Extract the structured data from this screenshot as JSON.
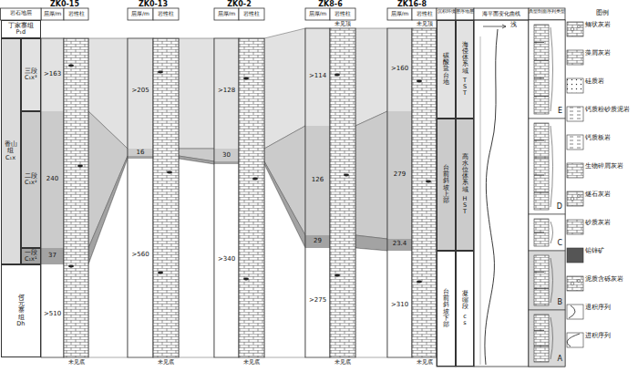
{
  "diagram": {
    "nodes": [
      {
        "text": [
          "丁家寨组",
          "P₁d"
        ]
      },
      {
        "text": [
          "香山组",
          "C₁x"
        ]
      },
      {
        "text": [
          "三段",
          "C₁x³"
        ]
      },
      {
        "text": [
          "二段",
          "C₁x²"
        ]
      },
      {
        "text": [
          "一段",
          "C₁x¹"
        ]
      },
      {
        "text": [
          "何元寨组",
          "Dh"
        ]
      },
      {
        "text": [
          "碳酸盐台地"
        ]
      },
      {
        "text": [
          "台前斜坡上部"
        ]
      },
      {
        "text": [
          "台前斜坡下部"
        ]
      },
      {
        "text": [
          "海侵体系域",
          "TST"
        ]
      },
      {
        "text": [
          "高水位体系域",
          "HST"
        ]
      },
      {
        "text": [
          "凝缩段",
          "cs"
        ]
      },
      {
        "text": [
          "E"
        ]
      },
      {
        "text": [
          "D"
        ]
      },
      {
        "text": [
          "C"
        ]
      },
      {
        "text": [
          "B"
        ]
      },
      {
        "text": [
          "A"
        ]
      }
    ],
    "labels": [
      "岩石地层",
      "ZK0-15",
      "层厚/m",
      "岩性柱",
      "ZK0-13",
      "层厚/m",
      "岩性柱",
      "ZK0-2",
      "层厚/m",
      "岩性柱",
      "ZK8-6",
      "层厚/m",
      "岩性柱",
      "ZK16-8",
      "层厚/m",
      "岩性柱",
      ">163",
      "240",
      "37",
      ">510",
      "未见底",
      ">205",
      "16",
      ">560",
      "未见底",
      ">128",
      "30",
      ">340",
      "未见底",
      "未见顶",
      ">114",
      "126",
      "29",
      ">275",
      "未见底",
      "未见顶",
      ">160",
      "279",
      "23.4",
      ">310",
      "未见底",
      "沉积环境",
      "层序地层",
      "海平面变化曲线",
      "典型剖面序列类型",
      "浅",
      "图例"
    ],
    "legend": [
      {
        "text": "鲕状灰岩"
      },
      {
        "text": "藻屑灰岩"
      },
      {
        "text": "硅质岩"
      },
      {
        "text": "钙质粉砂质泥岩"
      },
      {
        "text": "钙质板岩"
      },
      {
        "text": "生物碎屑灰岩"
      },
      {
        "text": "燧石灰岩"
      },
      {
        "text": "砂质灰岩"
      },
      {
        "text": "铅锌矿"
      },
      {
        "text": "泥质含砾灰岩"
      },
      {
        "text": "退积序列"
      },
      {
        "text": "进积序列"
      }
    ]
  }
}
